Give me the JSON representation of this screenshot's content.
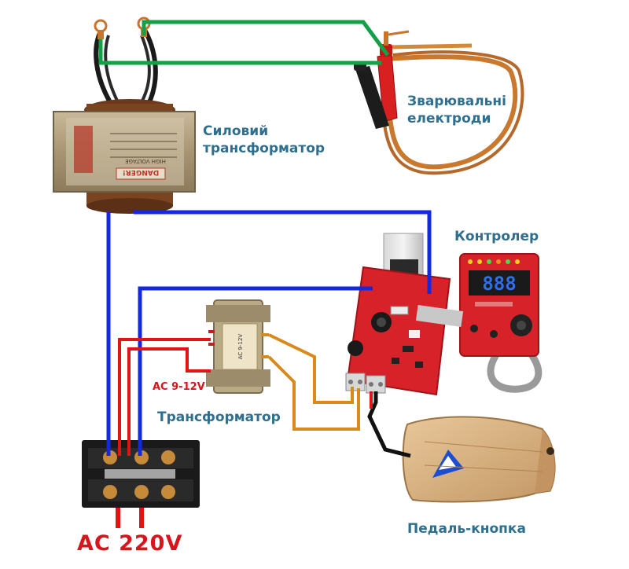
{
  "labels": {
    "welding_electrodes": "Зварювальні електроди",
    "power_transformer": "Силовий трансформатор",
    "controller": "Контролер",
    "transformer": "Трансформатор",
    "pedal_button": "Педаль-кнопка",
    "ac_low": "AC 9-12V",
    "ac_mains": "AC 220V"
  },
  "device_text": {
    "power_transformer_plate": [
      "DANGER!",
      "HIGH VOLTAGE"
    ],
    "small_transformer_plate": [
      "AC 9-12V"
    ],
    "controller_display": "888"
  },
  "colors": {
    "wire_green": "#14a046",
    "wire_blue": "#1428e0",
    "wire_red": "#e01414",
    "wire_orange": "#d88a1c",
    "wire_black": "#111111",
    "board_red": "#d8222a",
    "label_blue": "#2e6f8f",
    "label_red": "#d8141c"
  }
}
